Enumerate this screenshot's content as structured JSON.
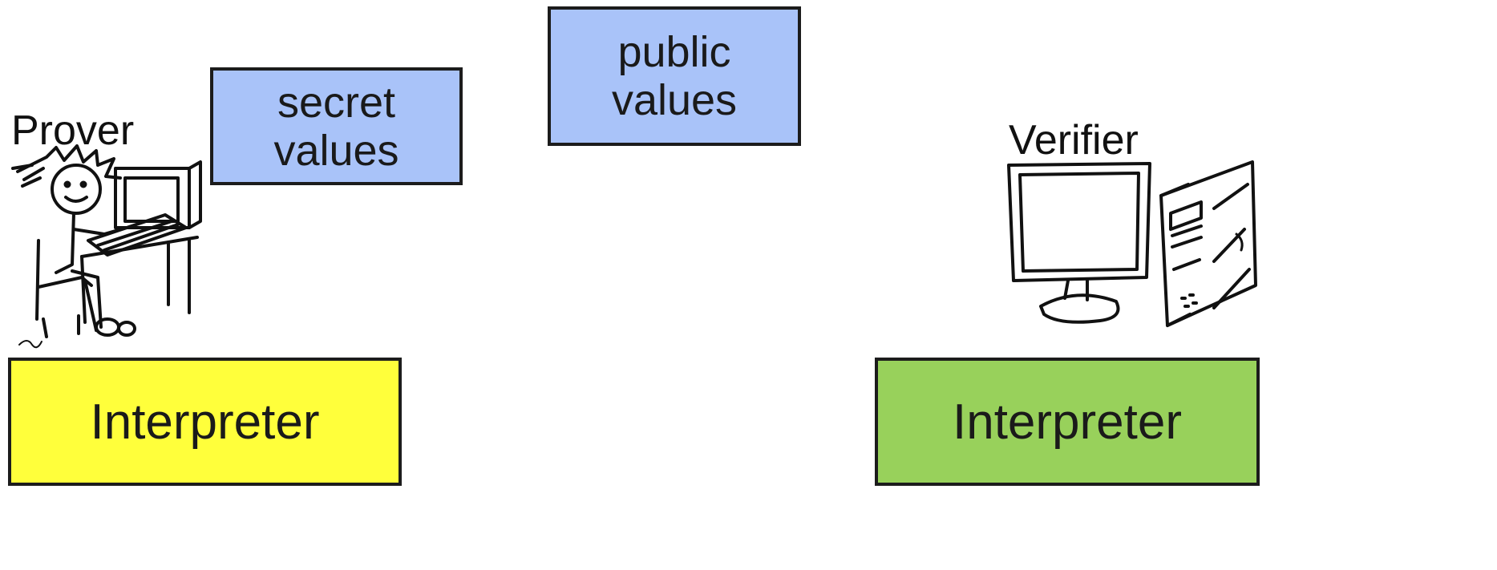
{
  "colors": {
    "value_box_fill": "#a9c3f9",
    "prover_interpreter_fill": "#ffff3b",
    "verifier_interpreter_fill": "#98d15b",
    "border": "#1c1c1c"
  },
  "prover": {
    "label": "Prover",
    "illustration": "person-at-computer-drawing",
    "secret_values": {
      "line1": "secret",
      "line2": "values"
    },
    "interpreter_label": "Interpreter"
  },
  "public_values": {
    "line1": "public",
    "line2": "values"
  },
  "verifier": {
    "label": "Verifier",
    "illustration": "desktop-computer-drawing",
    "interpreter_label": "Interpreter"
  }
}
